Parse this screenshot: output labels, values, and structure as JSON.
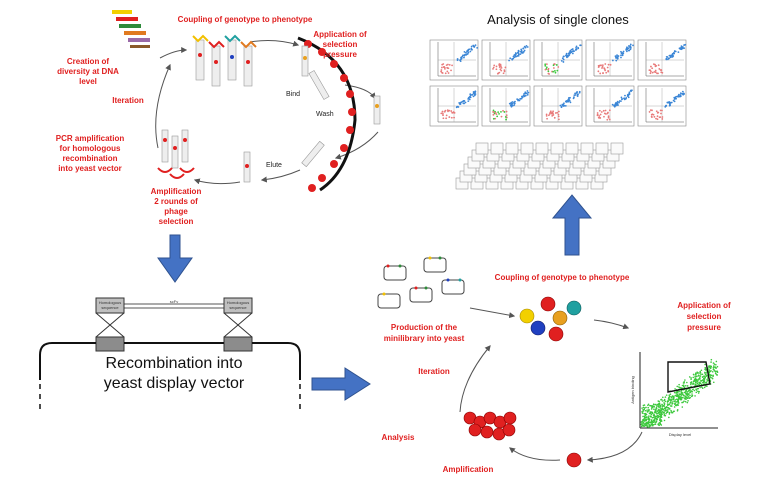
{
  "titles": {
    "analysis_single_clones": "Analysis of single clones",
    "recombination_line1": "Recombination into",
    "recombination_line2": "yeast display vector"
  },
  "phage_cycle": {
    "coupling": "Coupling of genotype to phenotype",
    "application": [
      "Application of",
      "selection",
      "pressure"
    ],
    "creation": [
      "Creation of",
      "diversity at DNA",
      "level"
    ],
    "iteration": "Iteration",
    "pcr": [
      "PCR amplification",
      "for homologous",
      "recombination",
      "into yeast vector"
    ],
    "amplification": [
      "Amplification",
      "2 rounds of",
      "phage",
      "selection"
    ],
    "bind": "Bind",
    "wash": "Wash",
    "elute": "Elute"
  },
  "vector": {
    "left_box": [
      "Homologous",
      "sequence"
    ],
    "middle": "scFv",
    "right_box": [
      "Homologous",
      "sequence"
    ]
  },
  "yeast_cycle": {
    "coupling": "Coupling of genotype to phenotype",
    "application": [
      "Application of",
      "selection",
      "pressure"
    ],
    "production": [
      "Production of the",
      "minilibrary into yeast"
    ],
    "iteration": "Iteration",
    "analysis": "Analysis",
    "amplification": "Amplification",
    "y_axis": "Antigen binding",
    "x_axis": "Display level"
  },
  "colors": {
    "label_red": "#e02020",
    "arrow_blue": "#4472c4",
    "scatter_green": "#3cc83c",
    "scatter_blue": "#3b86d6",
    "scatter_pink": "#e87a7a"
  }
}
